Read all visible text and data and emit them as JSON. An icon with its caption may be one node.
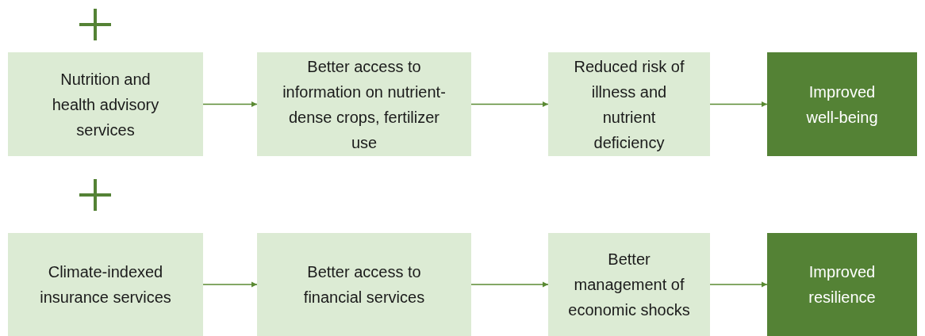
{
  "diagram": {
    "nodes": [
      {
        "text": [
          "Nutrition and health advisory services"
        ]
      },
      {
        "text": [
          "Better access to information on nutrient-dense crops, fertilizer use"
        ]
      },
      {
        "text": [
          "Reduced risk of illness and nutrient deficiency"
        ]
      },
      {
        "text": [
          "Improved well-being"
        ]
      },
      {
        "text": [
          "Climate-indexed insurance services"
        ]
      },
      {
        "text": [
          "Better access to financial services"
        ]
      },
      {
        "text": [
          "Better management of economic shocks"
        ]
      },
      {
        "text": [
          "Improved resilience"
        ]
      }
    ],
    "edges": [
      {
        "from": 0,
        "to": 1,
        "arrow": "to"
      },
      {
        "from": 1,
        "to": 2,
        "arrow": "to"
      },
      {
        "from": 2,
        "to": 3,
        "arrow": "to"
      },
      {
        "from": 4,
        "to": 5,
        "arrow": "to"
      },
      {
        "from": 5,
        "to": 6,
        "arrow": "to"
      },
      {
        "from": 6,
        "to": 7,
        "arrow": "to"
      }
    ]
  }
}
